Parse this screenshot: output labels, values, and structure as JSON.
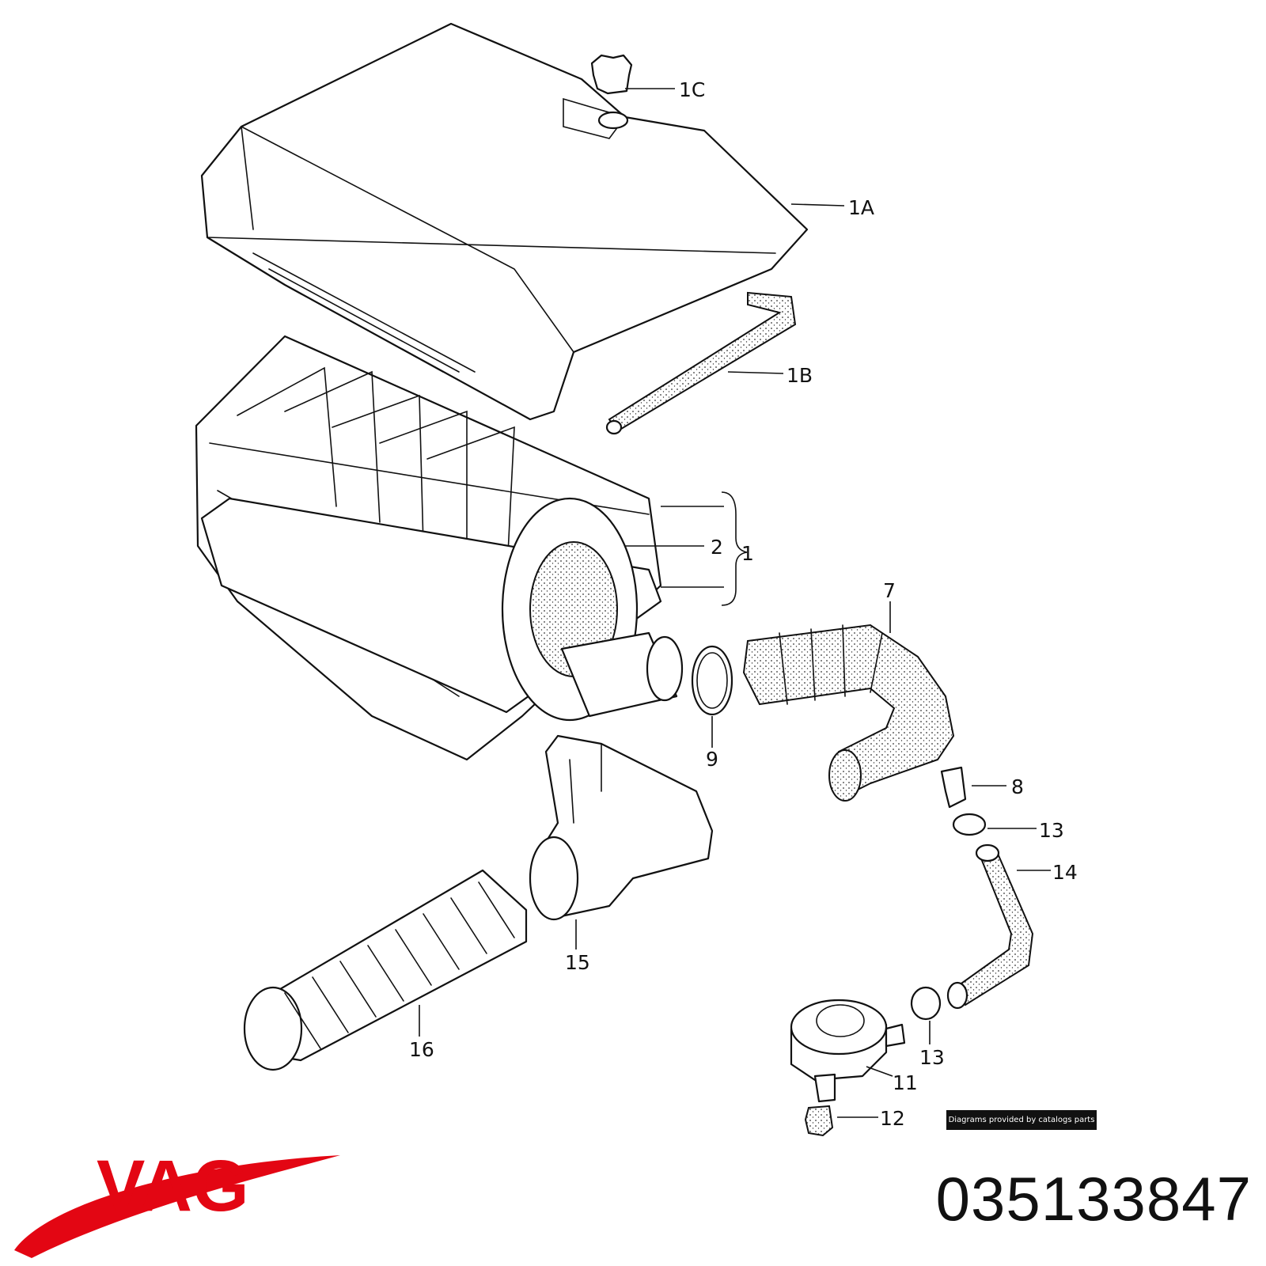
{
  "callouts": {
    "c1c": "1C",
    "c1a": "1A",
    "c1b": "1B",
    "c2": "2",
    "c1": "1",
    "c7": "7",
    "c9": "9",
    "c8": "8",
    "c13a": "13",
    "c14": "14",
    "c15": "15",
    "c16": "16",
    "c13b": "13",
    "c11": "11",
    "c12": "12"
  },
  "credit": "Diagrams provided by catalogs parts",
  "brand": "VAG",
  "part_number": "035133847",
  "colors": {
    "brand_red": "#e30613",
    "line": "#111111"
  }
}
